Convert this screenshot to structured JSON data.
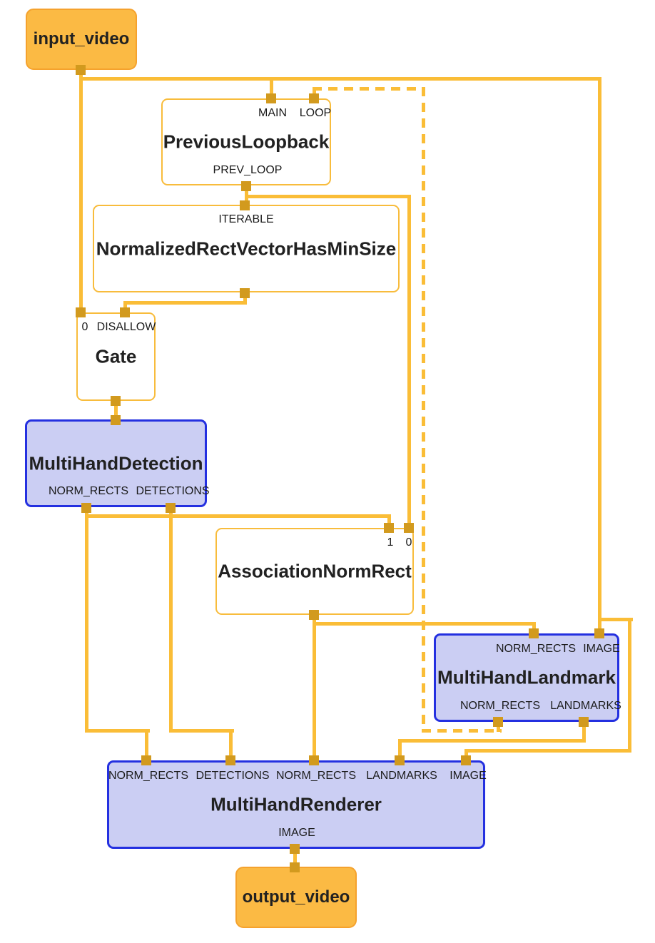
{
  "colors": {
    "edge": "#FABD37",
    "port": "#D29A1E",
    "box-border-yellow": "#F8BC3C",
    "terminal-fill": "#FBBA44",
    "terminal-border": "#F5A22D",
    "subgraph-fill": "#CBCEF3",
    "subgraph-border": "#2430E0",
    "text": "#212121",
    "canvas-bg": "#FFFFFF"
  },
  "nodes": {
    "input_video": {
      "title": "input_video"
    },
    "previous_loopback": {
      "title": "PreviousLoopback",
      "top_ports": [
        "MAIN",
        "LOOP"
      ],
      "bottom_ports": [
        "PREV_LOOP"
      ]
    },
    "normalized_rect_vector_has_min_size": {
      "title": "NormalizedRectVectorHasMinSize",
      "top_ports": [
        "ITERABLE"
      ]
    },
    "gate": {
      "title": "Gate",
      "top_ports": [
        "0",
        "DISALLOW"
      ]
    },
    "multi_hand_detection": {
      "title": "MultiHandDetection",
      "bottom_ports": [
        "NORM_RECTS",
        "DETECTIONS"
      ]
    },
    "association_norm_rect": {
      "title": "AssociationNormRect",
      "top_ports": [
        "1",
        "0"
      ]
    },
    "multi_hand_landmark": {
      "title": "MultiHandLandmark",
      "top_ports": [
        "NORM_RECTS",
        "IMAGE"
      ],
      "bottom_ports": [
        "NORM_RECTS",
        "LANDMARKS"
      ]
    },
    "multi_hand_renderer": {
      "title": "MultiHandRenderer",
      "top_ports": [
        "NORM_RECTS",
        "DETECTIONS",
        "NORM_RECTS",
        "LANDMARKS",
        "IMAGE"
      ],
      "bottom_ports": [
        "IMAGE"
      ]
    },
    "output_video": {
      "title": "output_video"
    }
  }
}
